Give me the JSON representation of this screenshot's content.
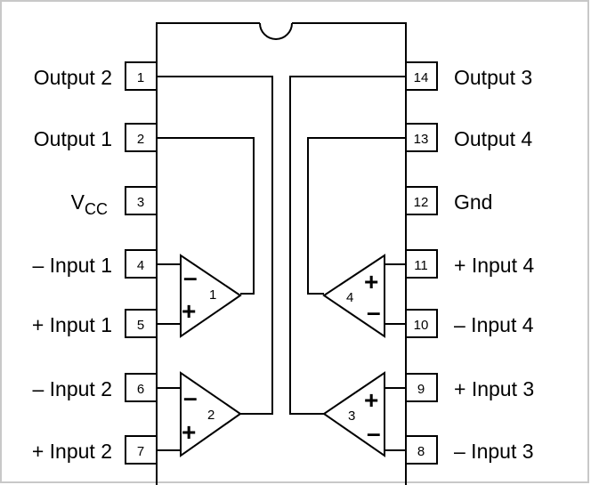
{
  "pins_left": [
    {
      "number": "1",
      "label": "Output 2"
    },
    {
      "number": "2",
      "label": "Output 1"
    },
    {
      "number": "3",
      "label_main": "V",
      "label_sub": "CC"
    },
    {
      "number": "4",
      "label": "– Input 1"
    },
    {
      "number": "5",
      "label": "+ Input 1"
    },
    {
      "number": "6",
      "label": "– Input 2"
    },
    {
      "number": "7",
      "label": "+ Input 2"
    }
  ],
  "pins_right": [
    {
      "number": "14",
      "label": "Output 3"
    },
    {
      "number": "13",
      "label": "Output 4"
    },
    {
      "number": "12",
      "label": "Gnd"
    },
    {
      "number": "11",
      "label": "+ Input 4"
    },
    {
      "number": "10",
      "label": "– Input 4"
    },
    {
      "number": "9",
      "label": "+ Input 3"
    },
    {
      "number": "8",
      "label": "– Input 3"
    }
  ],
  "amplifiers": [
    {
      "number": "1",
      "top_sign": "–",
      "bottom_sign": "+"
    },
    {
      "number": "2",
      "top_sign": "–",
      "bottom_sign": "+"
    },
    {
      "number": "3",
      "top_sign": "+",
      "bottom_sign": "–"
    },
    {
      "number": "4",
      "top_sign": "+",
      "bottom_sign": "–"
    }
  ]
}
